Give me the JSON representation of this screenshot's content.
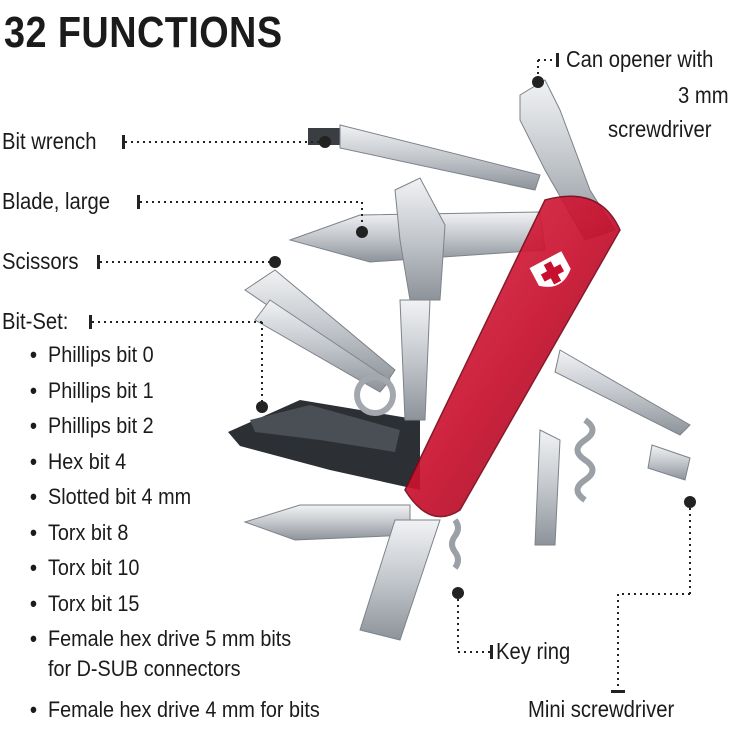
{
  "title": "32 FUNCTIONS",
  "labels": {
    "can_opener_l1": "Can opener with",
    "can_opener_l2": "3 mm",
    "can_opener_l3": "screwdriver",
    "bit_wrench": "Bit wrench",
    "blade_large": "Blade, large",
    "scissors": "Scissors",
    "bit_set": "Bit-Set:",
    "key_ring": "Key ring",
    "mini_screwdriver": "Mini screwdriver"
  },
  "bit_set_items": [
    "Phillips bit 0",
    "Phillips bit 1",
    "Phillips bit 2",
    "Hex bit 4",
    "Slotted bit 4 mm",
    "Torx bit 8",
    "Torx bit 10",
    "Torx bit 15"
  ],
  "bit_set_multiline": {
    "line1": "Female hex drive 5 mm bits",
    "line2": "for D-SUB connectors"
  },
  "bit_set_last": "Female hex drive 4 mm for bits",
  "bullet": "•",
  "colors": {
    "handle_red": "#c8102e",
    "steel": "#c9ccd0",
    "text": "#1b1b1b",
    "bit_holder": "#2c2f33"
  },
  "icons": {
    "cross": "swiss-cross-emblem"
  }
}
